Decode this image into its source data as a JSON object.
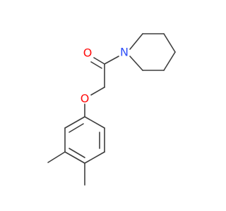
{
  "molecule": {
    "atoms": {
      "oxygen_carbonyl": {
        "label": "O",
        "color": "#ff0d0d"
      },
      "nitrogen": {
        "label": "N",
        "color": "#3050f8"
      },
      "oxygen_ether": {
        "label": "O",
        "color": "#ff0d0d"
      }
    },
    "bond_color": "#3d3d3d",
    "background": "#ffffff"
  }
}
